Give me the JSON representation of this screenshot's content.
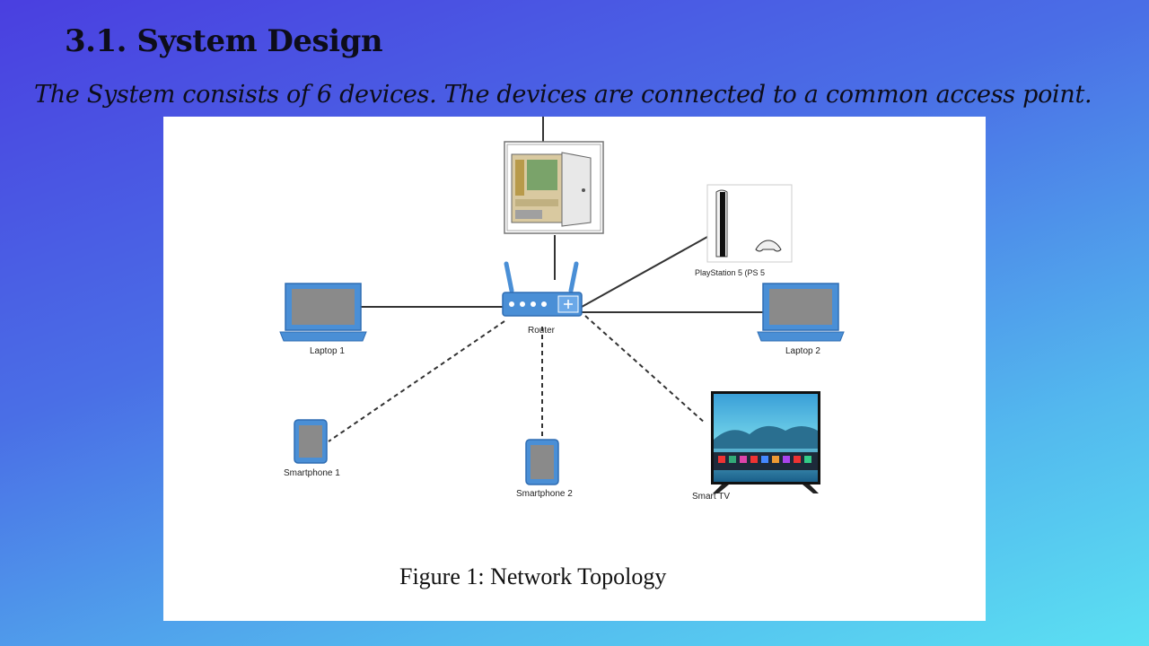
{
  "slide": {
    "title": "3.1. System Design",
    "subtitle": "The System consists of 6 devices. The devices are connected to a common access point."
  },
  "figure": {
    "caption": "Figure 1: Network Topology",
    "nodes": {
      "access_point": "",
      "router": "Router",
      "playstation": "PlayStation 5 (PS 5",
      "laptop1": "Laptop 1",
      "laptop2": "Laptop 2",
      "smartphone1": "Smartphone 1",
      "smartphone2": "Smartphone 2",
      "smart_tv": "Smart TV"
    },
    "links": [
      {
        "from": "router",
        "to": "access_point",
        "type": "wired"
      },
      {
        "from": "router",
        "to": "laptop1",
        "type": "wired"
      },
      {
        "from": "router",
        "to": "laptop2",
        "type": "wired"
      },
      {
        "from": "router",
        "to": "playstation",
        "type": "wired"
      },
      {
        "from": "router",
        "to": "smartphone1",
        "type": "wireless"
      },
      {
        "from": "router",
        "to": "smartphone2",
        "type": "wireless"
      },
      {
        "from": "router",
        "to": "smart_tv",
        "type": "wireless"
      }
    ],
    "colors": {
      "device_blue": "#4a8fd6",
      "device_dark": "#2f6db3",
      "screen_gray": "#8a8a8a"
    }
  }
}
